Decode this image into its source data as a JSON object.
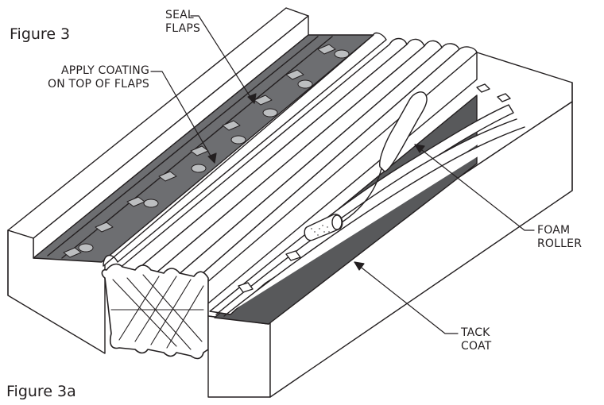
{
  "figure_top": "Figure 3",
  "figure_bottom": "Figure 3a",
  "callouts": {
    "seal_flaps": [
      "SEAL",
      "FLAPS"
    ],
    "apply_coating": [
      "APPLY COATING",
      "ON TOP OF FLAPS"
    ],
    "foam_roller": [
      "FOAM",
      "ROLLER"
    ],
    "tack_coat": [
      "TACK",
      "COAT"
    ]
  },
  "colors": {
    "line": "#231f20",
    "seal_dark": "#6d6e71",
    "tack_dark": "#58595b",
    "block_face": "#ffffff"
  },
  "icons": [
    "foam-roller-icon",
    "expansion-seal-icon"
  ]
}
